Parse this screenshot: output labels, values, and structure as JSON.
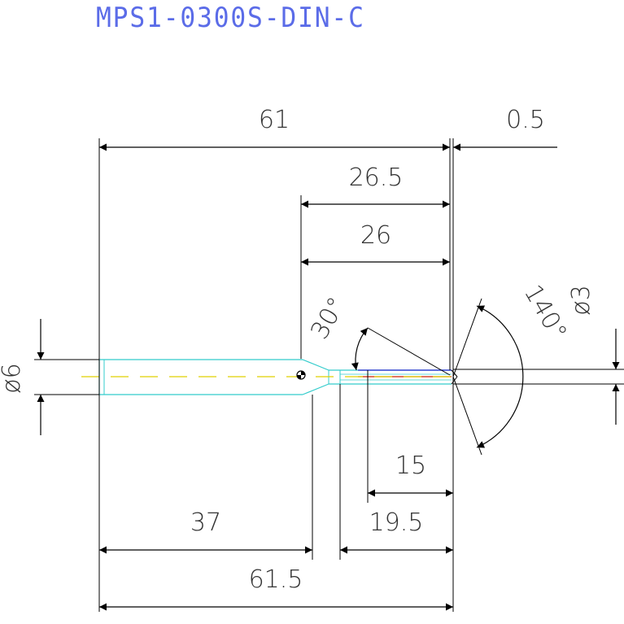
{
  "title": "MPS1-0300S-DIN-C",
  "dimensions": {
    "d61": "61",
    "d0_5": "0.5",
    "d26_5": "26.5",
    "d26": "26",
    "d30deg": "30°",
    "d140deg": "140°",
    "d_phi3": "ø3",
    "d_phi6": "ø6",
    "d15": "15",
    "d37": "37",
    "d19_5": "19.5",
    "d61_5": "61.5"
  },
  "colors": {
    "title": "#5b6ce8",
    "outline": "#33cccc",
    "centerline": "#e0d000",
    "edge_red": "#cc2200",
    "edge_blue": "#2222cc"
  }
}
